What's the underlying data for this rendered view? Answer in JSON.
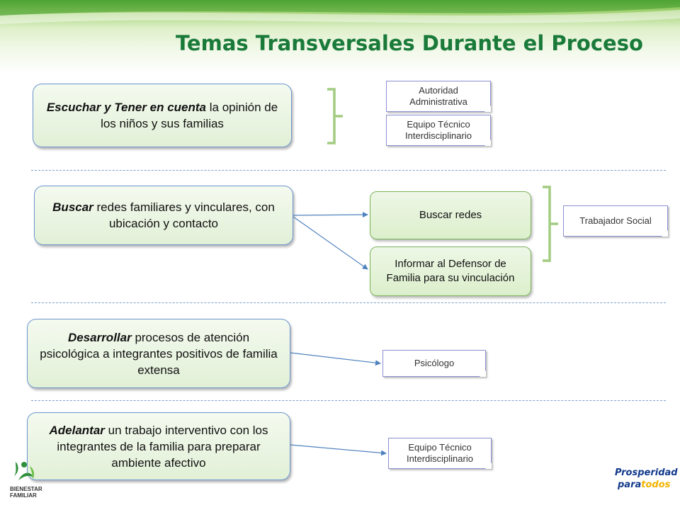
{
  "header": {
    "title": "Temas Transversales Durante el Proceso"
  },
  "rows": [
    {
      "main": {
        "bold": "Escuchar y Tener en cuenta",
        "rest": " la opinión de los niños y sus familias"
      },
      "notes": [
        {
          "label": "Autoridad Administrativa"
        },
        {
          "label": "Equipo Técnico Interdisciplinario"
        }
      ]
    },
    {
      "main": {
        "bold": "Buscar",
        "rest": " redes familiares y vinculares, con ubicación y contacto"
      },
      "actions": [
        {
          "label": "Buscar redes"
        },
        {
          "label": "Informar al Defensor de Familia para su vinculación"
        }
      ],
      "notes": [
        {
          "label": "Trabajador Social"
        }
      ]
    },
    {
      "main": {
        "bold": "Desarrollar",
        "rest": " procesos de atención psicológica a integrantes positivos de familia extensa"
      },
      "notes": [
        {
          "label": "Psicólogo"
        }
      ]
    },
    {
      "main": {
        "bold": "Adelantar",
        "rest": " un trabajo interventivo con los integrantes de la familia para preparar ambiente afectivo"
      },
      "notes": [
        {
          "label": "Equipo Técnico Interdisciplinario"
        }
      ]
    }
  ],
  "logos": {
    "left": "BIENESTAR FAMILIAR",
    "right_line1": "Prosperidad",
    "right_line2_a": "para",
    "right_line2_b": "todos"
  },
  "colors": {
    "title": "#1a7a3a",
    "box_border": "#6b95cf",
    "action_border": "#7cb35b",
    "note_border": "#8a8fd0"
  }
}
